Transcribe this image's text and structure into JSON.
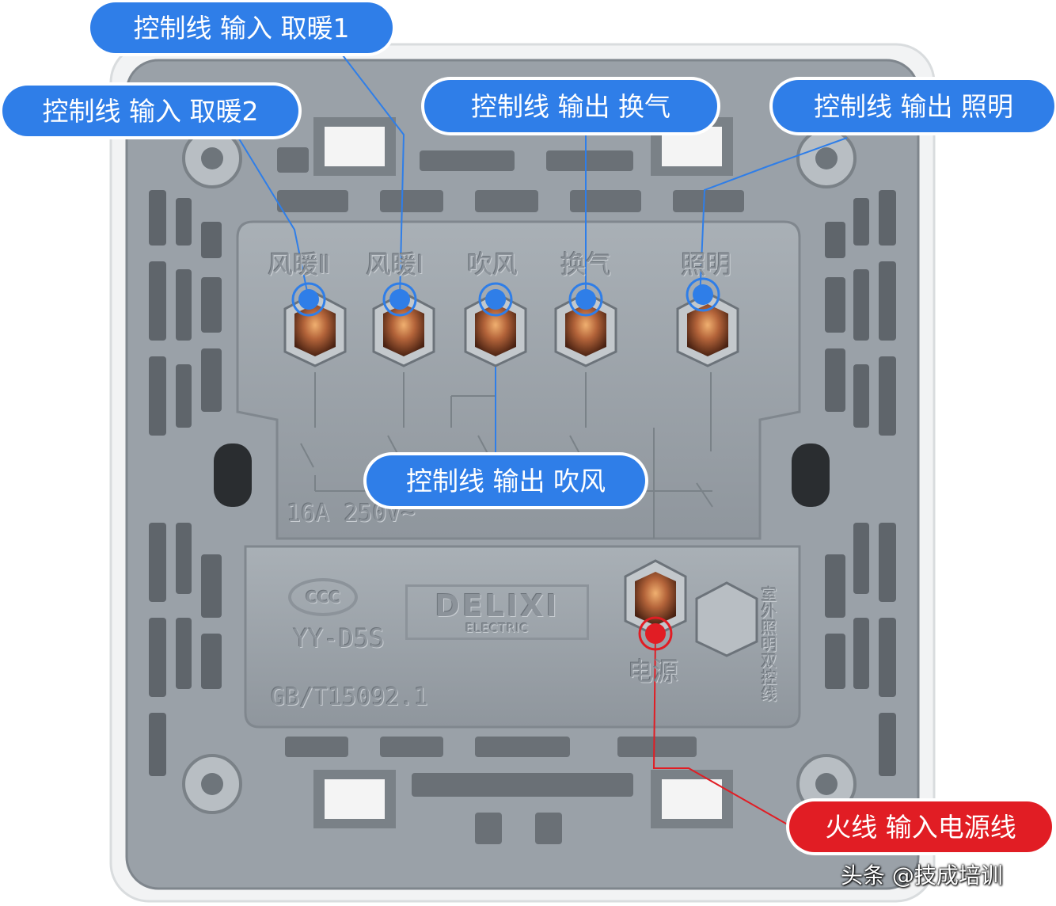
{
  "callouts": {
    "heat1": "控制线  输入  取暖1",
    "heat2": "控制线  输入  取暖2",
    "vent": "控制线  输出  换气",
    "light": "控制线  输出  照明",
    "blow": "控制线  输出  吹风",
    "live": "火线 输入电源线"
  },
  "terminals": {
    "t1": "风暖Ⅱ",
    "t2": "风暖Ⅰ",
    "t3": "吹风",
    "t4": "换气",
    "t5": "照明",
    "power": "电源"
  },
  "markings": {
    "rating": "16A 250V~",
    "model": "YY-D5S",
    "standard": "GB/T15092.1",
    "brand": "DELIXI",
    "brand_sub": "ELECTRIC",
    "ccc": "CCC",
    "vertical": "室外照明双控线"
  },
  "watermark": "头条 @技成培训",
  "colors": {
    "callout_blue": "#2f7ee8",
    "callout_red": "#e11d24",
    "housing_gray": "#9aa1a8",
    "copper": "#b4643a"
  }
}
